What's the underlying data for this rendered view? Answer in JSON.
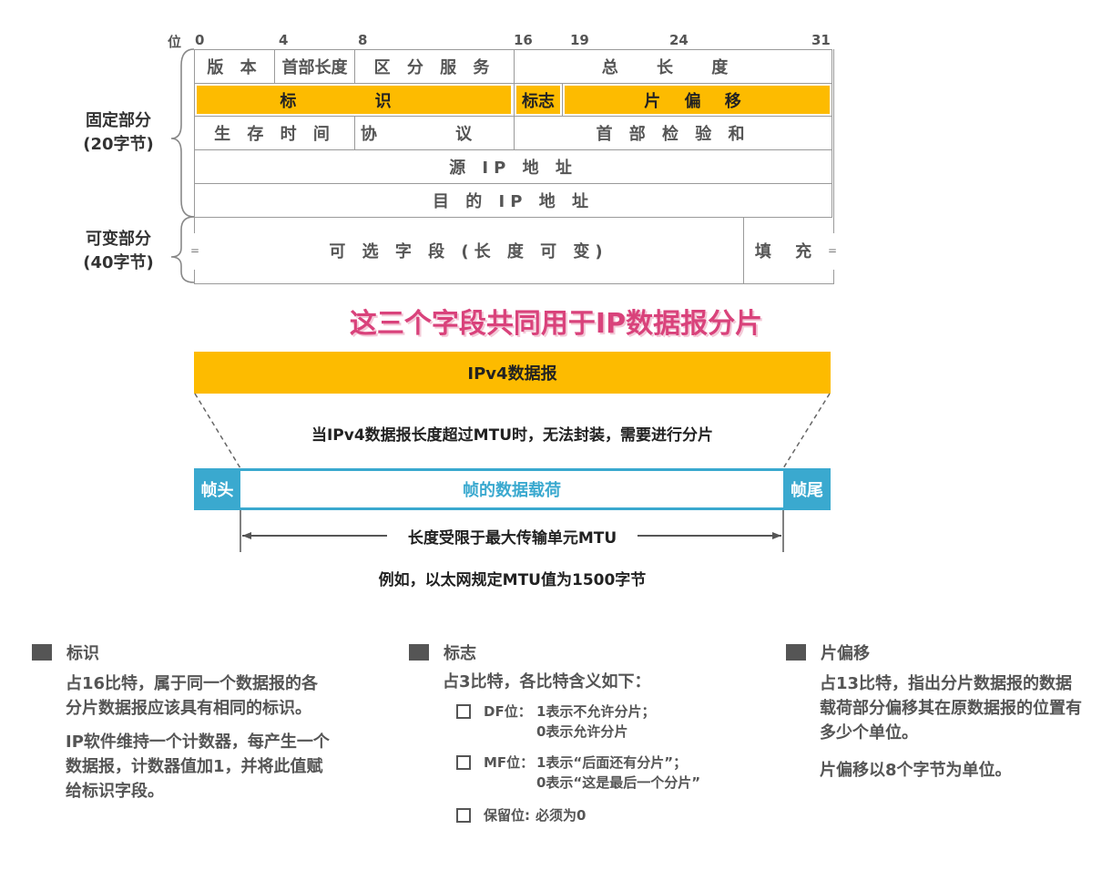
{
  "header_diagram": {
    "bit_label": "位",
    "bit_ticks": [
      "0",
      "4",
      "8",
      "16",
      "19",
      "24",
      "31"
    ],
    "fixed_part": {
      "label": "固定部分",
      "size": "(20字节)"
    },
    "variable_part": {
      "label": "可变部分",
      "size": "(40字节)"
    },
    "rows": [
      {
        "fields": [
          {
            "name": "版 本",
            "highlight": false
          },
          {
            "name": "首部长度",
            "highlight": false
          },
          {
            "name": "区 分 服 务",
            "highlight": false
          },
          {
            "name": "总 长 度",
            "highlight": false
          }
        ]
      },
      {
        "fields": [
          {
            "name": "标 识",
            "highlight": true
          },
          {
            "name": "标志",
            "highlight": true
          },
          {
            "name": "片 偏 移",
            "highlight": true
          }
        ]
      },
      {
        "fields": [
          {
            "name": "生 存 时 间",
            "highlight": false
          },
          {
            "name": "协 议",
            "highlight": false
          },
          {
            "name": "首 部 检 验 和",
            "highlight": false
          }
        ]
      },
      {
        "fields": [
          {
            "name": "源 IP 地 址",
            "highlight": false
          }
        ]
      },
      {
        "fields": [
          {
            "name": "目 的 IP 地 址",
            "highlight": false
          }
        ]
      },
      {
        "fields": [
          {
            "name": "可 选 字 段 (长 度 可 变)",
            "highlight": false
          },
          {
            "name": "填 充",
            "highlight": false
          }
        ]
      }
    ],
    "continuation_mark": "="
  },
  "callout": "这三个字段共同用于IP数据报分片",
  "fragmentation": {
    "datagram_label": "IPv4数据报",
    "explanation": "当IPv4数据报长度超过MTU时，无法封装，需要进行分片",
    "frame_head": "帧头",
    "frame_payload": "帧的数据载荷",
    "frame_tail": "帧尾",
    "mtu_label": "长度受限于最大传输单元MTU",
    "example": "例如，以太网规定MTU值为1500字节"
  },
  "colors": {
    "highlight": "#fdbb00",
    "frame": "#3aa9cf",
    "callout": "#d9427b"
  },
  "sections": {
    "identification": {
      "title": "标识",
      "paragraphs": [
        "占16比特，属于同一个数据报的各分片数据报应该具有相同的标识。",
        "IP软件维持一个计数器，每产生一个数据报，计数器值加1，并将此值赋给标识字段。"
      ]
    },
    "flags": {
      "title": "标志",
      "intro": "占3比特，各比特含义如下：",
      "items": [
        {
          "label": "DF位：",
          "lines": [
            "1表示不允许分片；",
            "0表示允许分片"
          ]
        },
        {
          "label": "MF位：",
          "lines": [
            "1表示“后面还有分片”；",
            "0表示“这是最后一个分片”"
          ]
        },
        {
          "label": "保留位:",
          "lines": [
            "必须为0"
          ]
        }
      ]
    },
    "fragment_offset": {
      "title": "片偏移",
      "paragraphs": [
        "占13比特，指出分片数据报的数据载荷部分偏移其在原数据报的位置有多少个单位。",
        "片偏移以8个字节为单位。"
      ]
    }
  }
}
